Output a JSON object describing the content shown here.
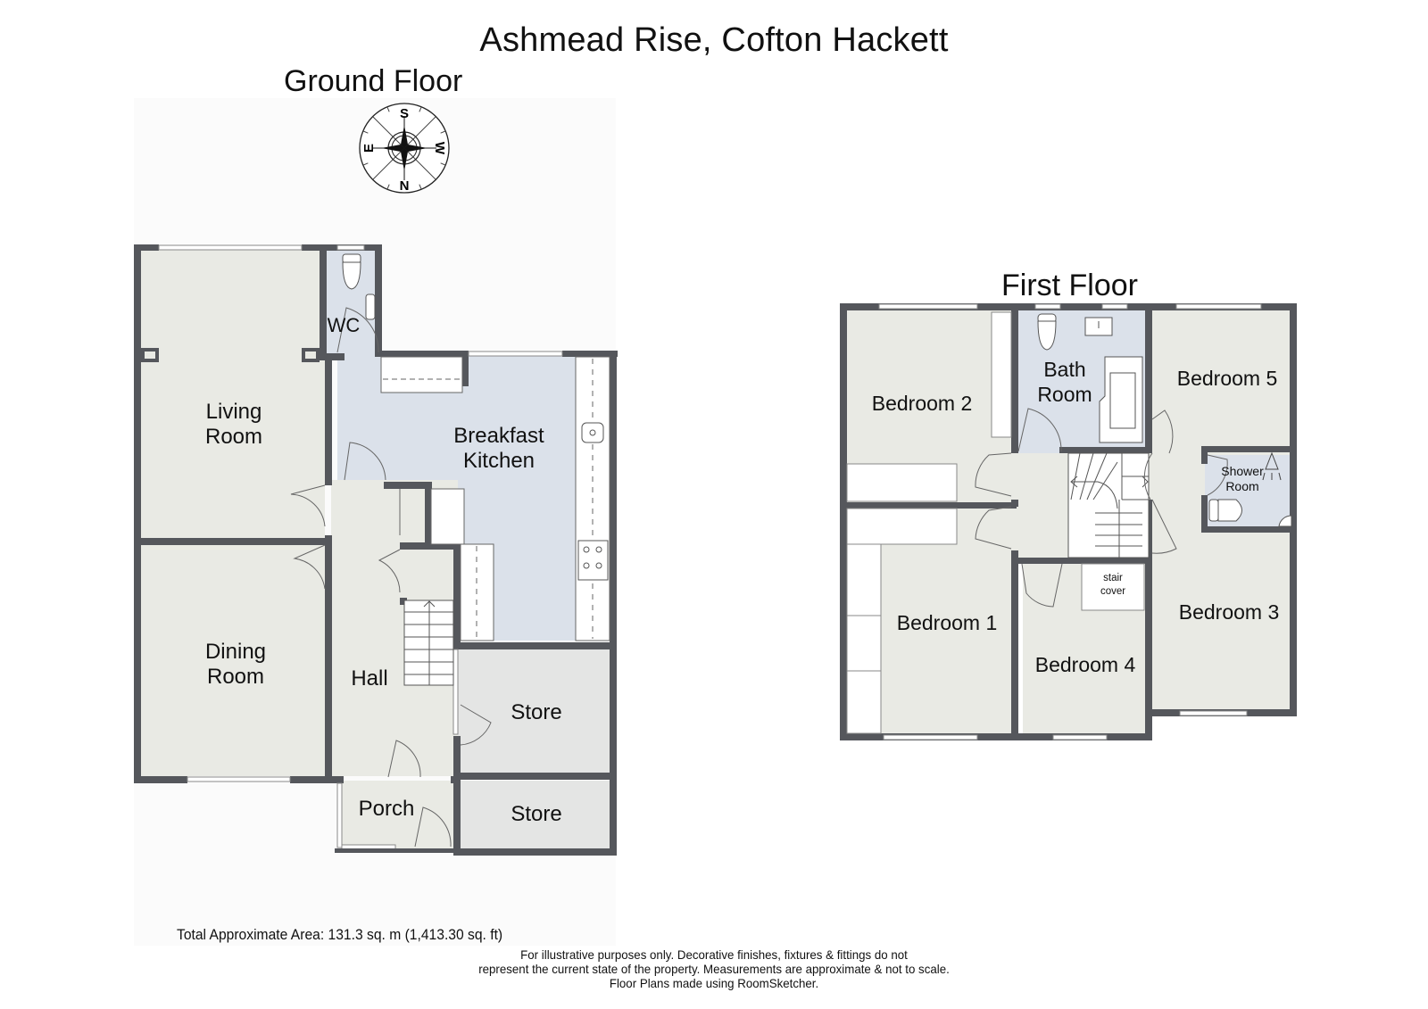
{
  "title": "Ashmead Rise, Cofton Hackett",
  "ground_floor": {
    "title": "Ground Floor",
    "compass": {
      "top": "S",
      "left": "E",
      "right": "W",
      "bottom": "N"
    },
    "rooms": {
      "living_room": [
        "Living",
        "Room"
      ],
      "wc": "WC",
      "breakfast_kitchen": [
        "Breakfast",
        "Kitchen"
      ],
      "dining_room": [
        "Dining",
        "Room"
      ],
      "hall": "Hall",
      "store_1": "Store",
      "store_2": "Store",
      "porch": "Porch"
    }
  },
  "first_floor": {
    "title": "First Floor",
    "rooms": {
      "bedroom_2": "Bedroom 2",
      "bathroom": [
        "Bath",
        "Room"
      ],
      "bedroom_5": "Bedroom 5",
      "shower_room": [
        "Shower",
        "Room"
      ],
      "bedroom_1": "Bedroom 1",
      "bedroom_4": "Bedroom 4",
      "bedroom_3": "Bedroom 3",
      "stair_cover": [
        "stair",
        "cover"
      ]
    }
  },
  "footer": {
    "total_area": "Total Approximate Area: 131.3 sq. m (1,413.30 sq. ft)",
    "disclaimer": [
      "For illustrative purposes only. Decorative finishes, fixtures & fittings do not",
      "represent the current state of the property. Measurements are approximate & not to scale.",
      "Floor Plans made using RoomSketcher."
    ]
  },
  "colors": {
    "wall": "#55575c",
    "floor_room": "#e9eae4",
    "floor_wet": "#dbe1ea",
    "floor_store": "#e4e5e4",
    "fixture": "#ffffff"
  }
}
